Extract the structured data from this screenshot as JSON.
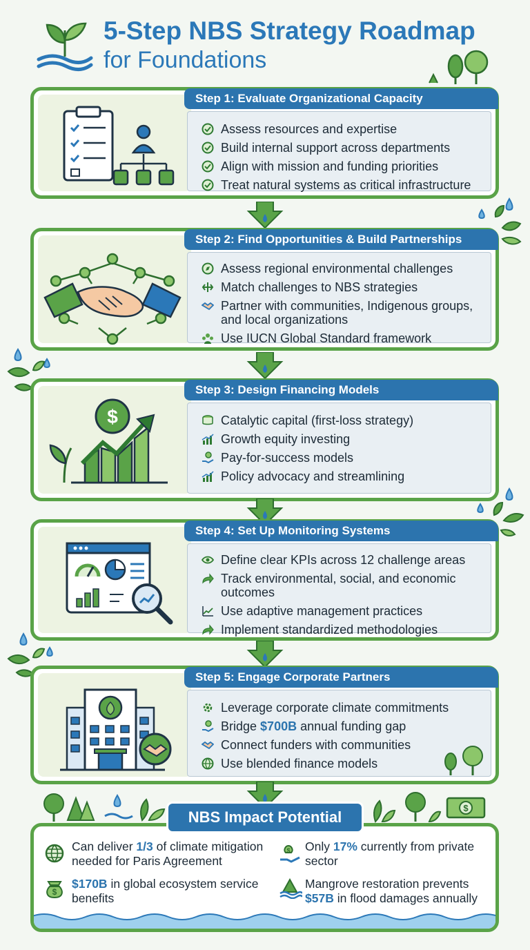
{
  "title": {
    "line1": "5-Step NBS Strategy Roadmap",
    "line2": "for Foundations"
  },
  "colors": {
    "primary_blue": "#2c74ae",
    "primary_green": "#5aa348",
    "panel_bg": "#e9eff3",
    "art_bg": "#edf3e2"
  },
  "steps": [
    {
      "header": "Step 1: Evaluate Organizational Capacity",
      "icon": "clipboard-org-chart-icon",
      "bullets": [
        {
          "icon": "check-circle-icon",
          "text": "Assess resources and expertise"
        },
        {
          "icon": "check-circle-icon",
          "text": "Build internal support across departments"
        },
        {
          "icon": "check-circle-icon",
          "text": "Align with mission and funding priorities"
        },
        {
          "icon": "check-circle-icon",
          "text": "Treat natural systems as critical infrastructure"
        }
      ]
    },
    {
      "header": "Step 2: Find Opportunities & Build Partnerships",
      "icon": "handshake-network-icon",
      "bullets": [
        {
          "icon": "compass-icon",
          "text": "Assess regional environmental challenges"
        },
        {
          "icon": "match-arrows-icon",
          "text": "Match challenges to NBS strategies"
        },
        {
          "icon": "handshake-icon",
          "text": "Partner with communities, Indigenous groups, and local organizations"
        },
        {
          "icon": "group-icon",
          "text": "Use IUCN Global Standard framework"
        }
      ]
    },
    {
      "header": "Step 3: Design Financing Models",
      "icon": "growth-chart-dollar-icon",
      "bullets": [
        {
          "icon": "coins-icon",
          "text": "Catalytic capital (first-loss strategy)"
        },
        {
          "icon": "bar-chart-icon",
          "text": "Growth equity investing"
        },
        {
          "icon": "hand-coin-icon",
          "text": "Pay-for-success models"
        },
        {
          "icon": "bar-chart-icon",
          "text": "Policy advocacy and streamlining"
        }
      ]
    },
    {
      "header": "Step 4: Set Up Monitoring Systems",
      "icon": "dashboard-magnifier-icon",
      "bullets": [
        {
          "icon": "eye-icon",
          "text": "Define clear KPIs across 12 challenge areas"
        },
        {
          "icon": "forward-arrow-icon",
          "text": "Track environmental, social, and economic outcomes"
        },
        {
          "icon": "trend-line-icon",
          "text": "Use adaptive management practices"
        },
        {
          "icon": "forward-arrow-icon",
          "text": "Implement standardized methodologies"
        }
      ]
    },
    {
      "header": "Step 5: Engage Corporate Partners",
      "icon": "corporate-building-icon",
      "bullets": [
        {
          "icon": "gear-icon",
          "text_before": "Leverage corporate climate commitments",
          "highlight": "",
          "text_after": ""
        },
        {
          "icon": "hand-coin-icon",
          "text_before": "Bridge ",
          "highlight": "$700B",
          "text_after": " annual funding gap"
        },
        {
          "icon": "handshake-icon",
          "text_before": "Connect funders with communities",
          "highlight": "",
          "text_after": ""
        },
        {
          "icon": "globe-icon",
          "text_before": "Use blended finance models",
          "highlight": "",
          "text_after": ""
        }
      ]
    }
  ],
  "impact": {
    "header": "NBS Impact Potential",
    "items": [
      {
        "icon": "globe-icon",
        "before": "Can deliver ",
        "highlight": "1/3",
        "after": " of climate mitigation needed for Paris Agreement"
      },
      {
        "icon": "hand-money-bag-icon",
        "before": "Only ",
        "highlight": "17%",
        "after": " currently from private sector"
      },
      {
        "icon": "money-bag-icon",
        "before": "",
        "highlight": "$170B",
        "after": " in global ecosystem service benefits"
      },
      {
        "icon": "mangrove-waves-icon",
        "before": "Mangrove restoration prevents ",
        "highlight": "$57B",
        "after": " in flood damages annually"
      }
    ]
  }
}
